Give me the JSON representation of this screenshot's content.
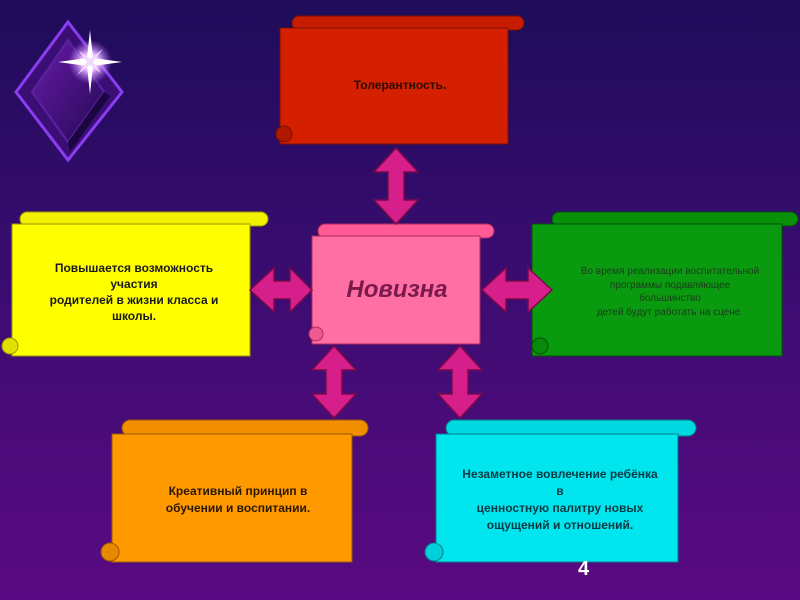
{
  "diagram": {
    "center": {
      "label": "Новизна"
    },
    "nodes": {
      "top": "Толерантность.",
      "left": "Повышается возможность\nучастия\nродителей в жизни класса и\nшколы.",
      "right": "Во время реализации воспитательной\nпрограммы подавляющее\nбольшинство\nдетей будут работать на сцене.",
      "bottom_left": "Креативный принцип в\nобучении и воспитании.",
      "bottom_right": "Незаметное вовлечение ребёнка\nв\nценностную палитру новых\nощущений и отношений."
    },
    "page_number": "4"
  },
  "colors": {
    "top": "#d41f00",
    "left": "#ffff00",
    "center": "#ff6fa3",
    "right": "#0a9a10",
    "bottom_left": "#ff9900",
    "bottom_right": "#00e5ee",
    "arrows": "#d61f8a"
  }
}
